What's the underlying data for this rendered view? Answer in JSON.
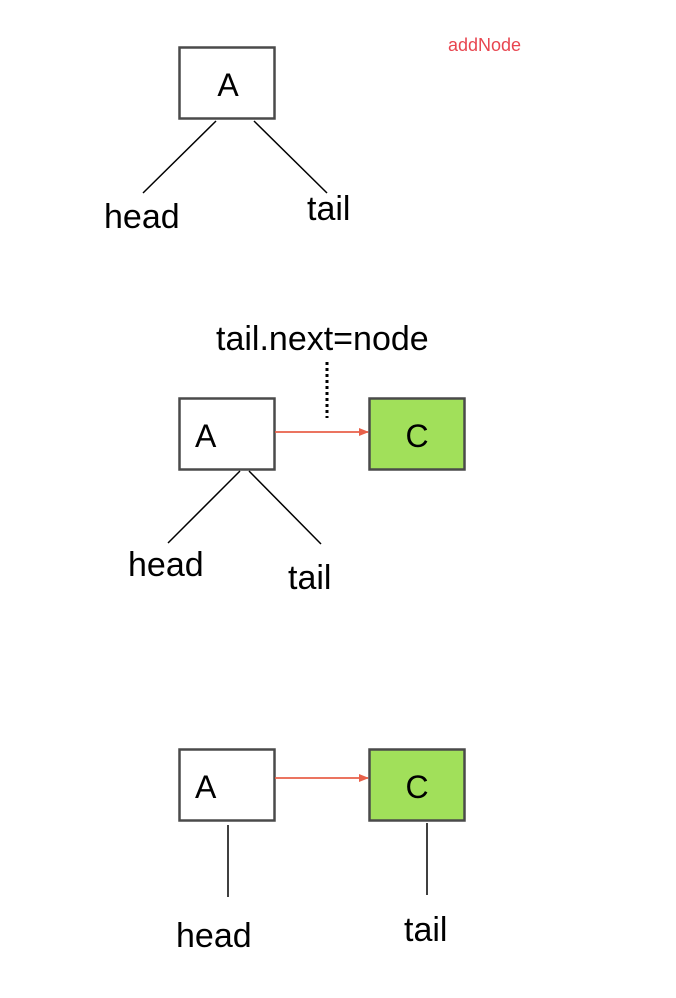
{
  "title": "addNode",
  "colors": {
    "title": "#e8454f",
    "new_node_fill": "#a1e05a",
    "node_fill": "#ffffff",
    "arrow": "#e8604a",
    "box_border": "#4a4a4a"
  },
  "step1": {
    "node_a_label": "A",
    "head_label": "head",
    "tail_label": "tail"
  },
  "step2": {
    "annotation": "tail.next=node",
    "node_a_label": "A",
    "node_c_label": "C",
    "head_label": "head",
    "tail_label": "tail"
  },
  "step3": {
    "node_a_label": "A",
    "node_c_label": "C",
    "head_label": "head",
    "tail_label": "tail"
  }
}
